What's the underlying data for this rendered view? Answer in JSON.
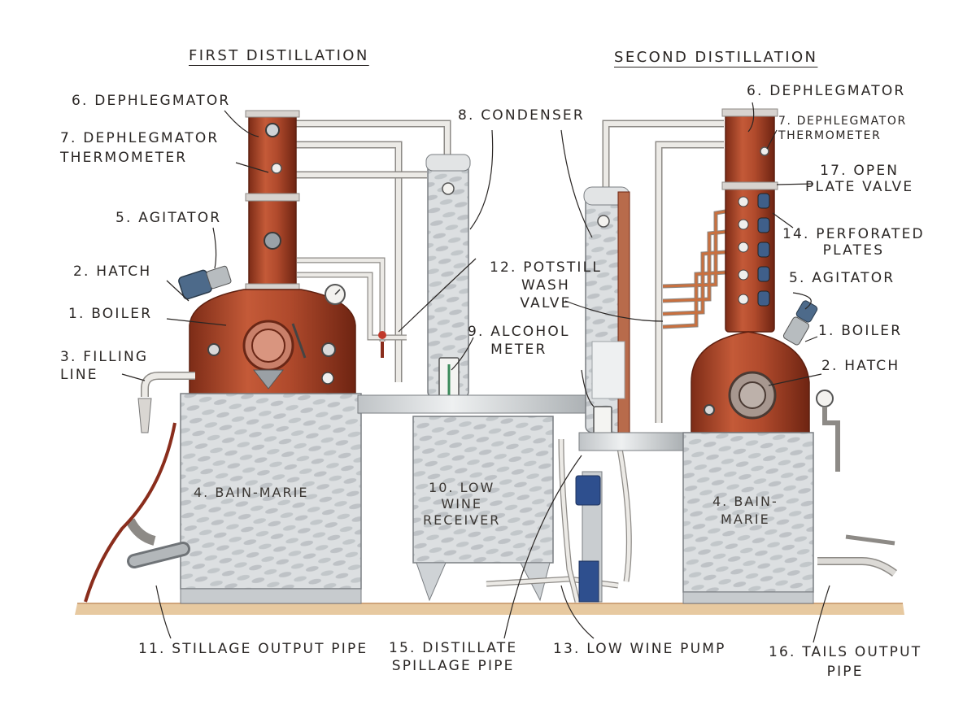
{
  "titles": {
    "first": "FIRST DISTILLATION",
    "second": "SECOND DISTILLATION"
  },
  "labels": {
    "dephlegmator_left": "6. DEPHLEGMATOR",
    "dephlegmator_thermo_left": "7. DEPHLEGMATOR\nTHERMOMETER",
    "agitator_left": "5. AGITATOR",
    "hatch_left": "2. HATCH",
    "boiler_left": "1. BOILER",
    "filling_line": "3. FILLING\nLINE",
    "bain_marie_left": "4. BAIN-MARIE",
    "condenser": "8. CONDENSER",
    "potstill_wash_valve": "12. POTSTILL\nWASH\nVALVE",
    "alcohol_meter": "9. ALCOHOL\nMETER",
    "low_wine_receiver": "10. LOW\nWINE\nRECEIVER",
    "dephlegmator_right": "6. DEPHLEGMATOR",
    "dephlegmator_thermo_right": "7. DEPHLEGMATOR\nTHERMOMETER",
    "open_plate_valve": "17. OPEN\nPLATE VALVE",
    "perforated_plates": "14. PERFORATED\nPLATES",
    "agitator_right": "5. AGITATOR",
    "boiler_right": "1. BOILER",
    "hatch_right": "2. HATCH",
    "bain_marie_right": "4. BAIN-\nMARIE",
    "stillage_output_pipe": "11. STILLAGE OUTPUT PIPE",
    "distillate_spillage_pipe": "15. DISTILLATE\nSPILLAGE PIPE",
    "low_wine_pump": "13. LOW WINE PUMP",
    "tails_output_pipe": "16. TAILS OUTPUT\nPIPE"
  },
  "colors": {
    "copper": "#b04a2c",
    "copper_dark": "#7d2c17",
    "copper_light": "#d9785a",
    "steel": "#d9dbdc",
    "steel_dark": "#9ea3a6",
    "steel_pattern": "#b7bcc0",
    "pipe": "#e6e4e0",
    "pipe_edge": "#8d8a86",
    "floor": "#e7c9a0",
    "ink": "#2a2624",
    "pump_blue": "#2e4f8e",
    "glass_blue": "#3f5f8a"
  }
}
